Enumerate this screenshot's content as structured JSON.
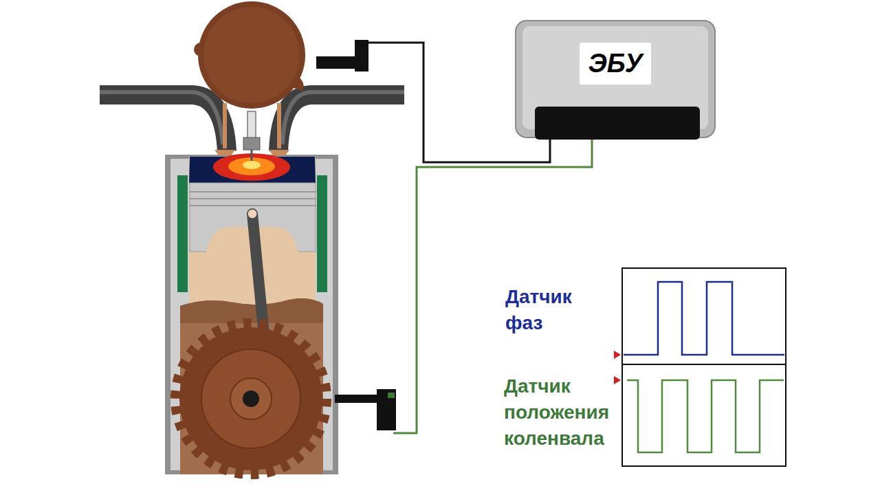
{
  "diagram": {
    "nodes": [
      {
        "text": [
          "ЭБУ"
        ]
      }
    ],
    "labels": [
      "Датчик фаз",
      "Датчик положения коленвала"
    ]
  }
}
